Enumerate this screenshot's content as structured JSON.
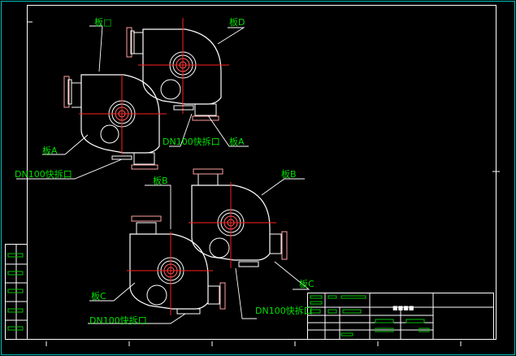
{
  "drawing": {
    "colors": {
      "background": "#000000",
      "frame": "#ffffff",
      "outer_frame": "#00bcbc",
      "label": "#00e000",
      "centerline": "#ff2020",
      "flange": "#ffa0a0",
      "title_block_green": "#00c000"
    },
    "labels": {
      "board_top": "板□",
      "board_d": "板D",
      "board_a_left": "板A",
      "quick_left": "DN100快拆口",
      "quick_mid": "DN100快拆口",
      "board_a_mid": "板A",
      "board_b_left": "板B",
      "board_b_right": "板B",
      "board_c_left": "板C",
      "quick_bottom_left": "DN100快拆口",
      "board_c_right": "板C",
      "quick_bottom_right": "DN100快拆口"
    },
    "title_block": {
      "drawing_name": "■■■■"
    }
  }
}
